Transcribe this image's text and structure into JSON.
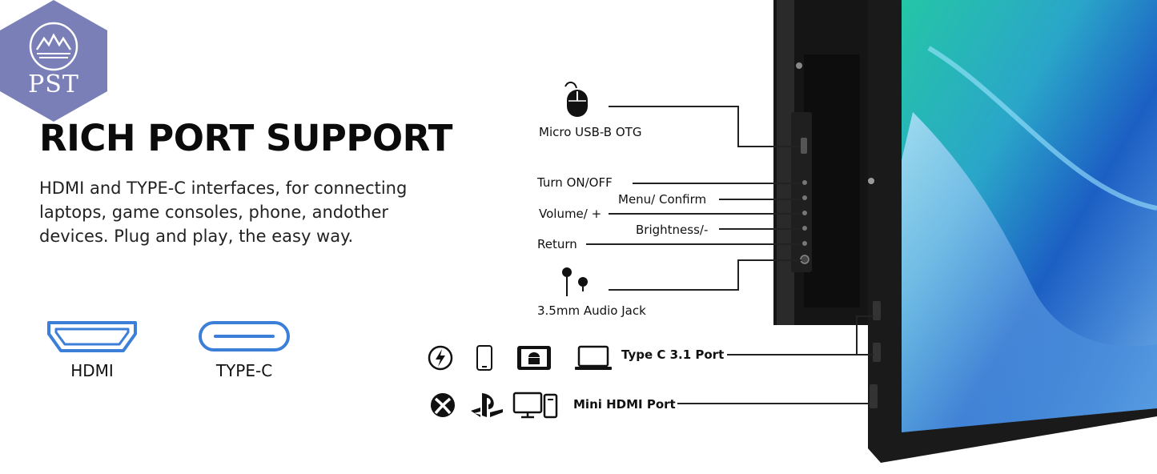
{
  "brand": {
    "logo_text": "PST"
  },
  "heading": "RICH PORT SUPPORT",
  "description": "HDMI and TYPE-C interfaces, for connecting laptops, game consoles, phone, andother devices. Plug and play, the easy way.",
  "ports": [
    {
      "label": "HDMI"
    },
    {
      "label": "TYPE-C"
    }
  ],
  "callouts": {
    "micro_usb": "Micro USB-B OTG",
    "power": "Turn ON/OFF",
    "menu": "Menu/ Confirm",
    "volume": "Volume/ +",
    "brightness": "Brightness/-",
    "return": "Return",
    "audio": "3.5mm Audio Jack",
    "type_c": "Type C 3.1 Port",
    "mini_hdmi": "Mini HDMI Port"
  },
  "colors": {
    "accent_blue": "#3b7fd9",
    "logo_purple": "#7a7fb8",
    "screen_teal": "#2fb5b0",
    "screen_blue": "#1e63c6"
  }
}
